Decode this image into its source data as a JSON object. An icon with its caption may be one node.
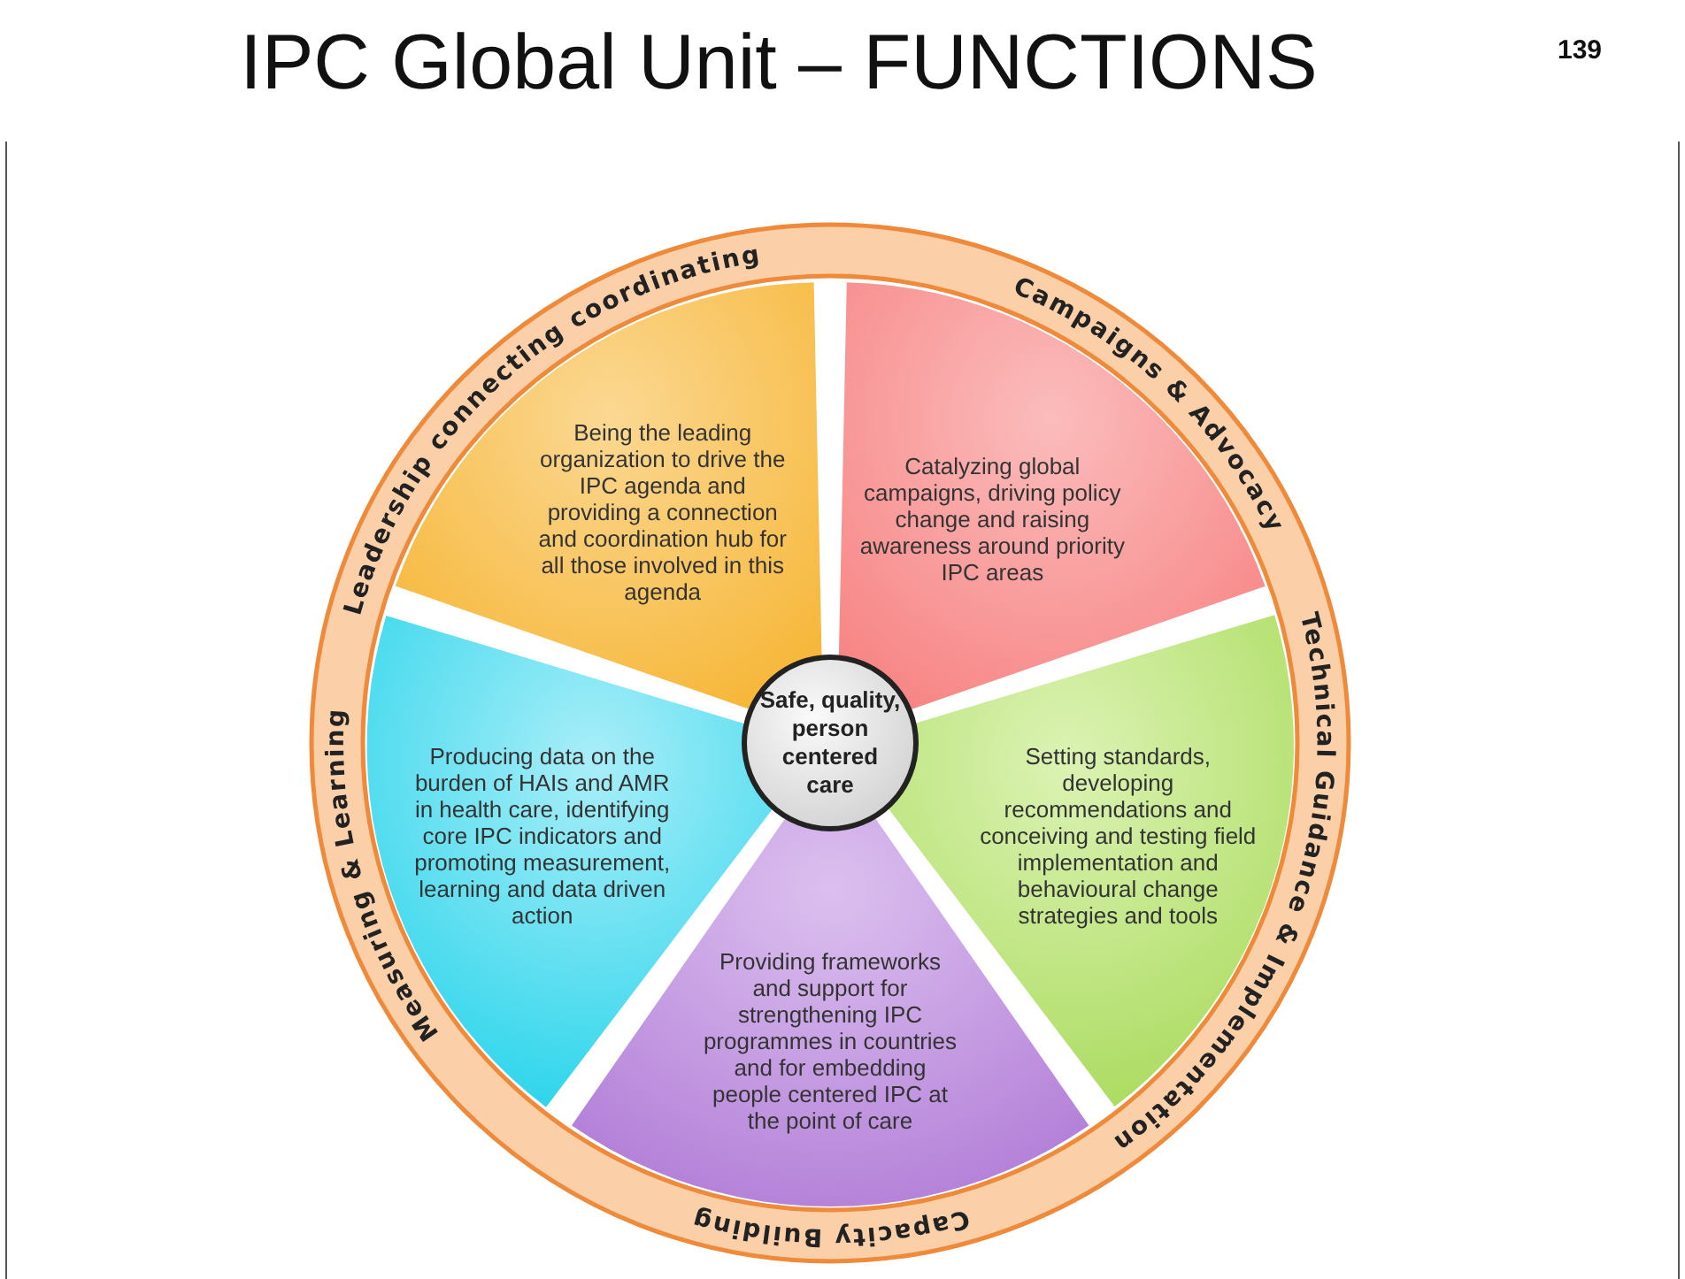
{
  "diagram": {
    "title": "IPC Global Unit – FUNCTIONS",
    "nodes": [
      {
        "text": [],
        "shape": "circle"
      },
      {
        "text": [
          "Campaigns & Advocacy",
          "Catalyzing global campaigns, driving policy change and raising awareness around priority IPC areas"
        ],
        "in": 0
      },
      {
        "text": [
          "Technical Guidance & Implementation",
          "Setting standards, developing recommendations and conceiving and testing field implementation and behavioural change strategies and tools"
        ],
        "in": 0
      },
      {
        "text": [
          "Providing frameworks and support for strengthening IPC programmes in countries and for embedding people centered IPC at the point of care",
          "Capacity Building"
        ],
        "in": 0
      },
      {
        "text": [
          "Measuring & Learning",
          "Producing data on the burden of HAIs and AMR in health care, identifying core IPC indicators and promoting measurement, learning and data driven action"
        ],
        "in": 0
      },
      {
        "text": [
          "Leadership connecting coordinating",
          "Being the leading organization to drive the IPC agenda and providing a connection and coordination hub for all those involved in this agenda"
        ],
        "in": 0
      },
      {
        "text": [
          "Safe, quality, person centered care"
        ],
        "in": 0
      }
    ],
    "edges": [],
    "labels": [
      "139"
    ]
  }
}
